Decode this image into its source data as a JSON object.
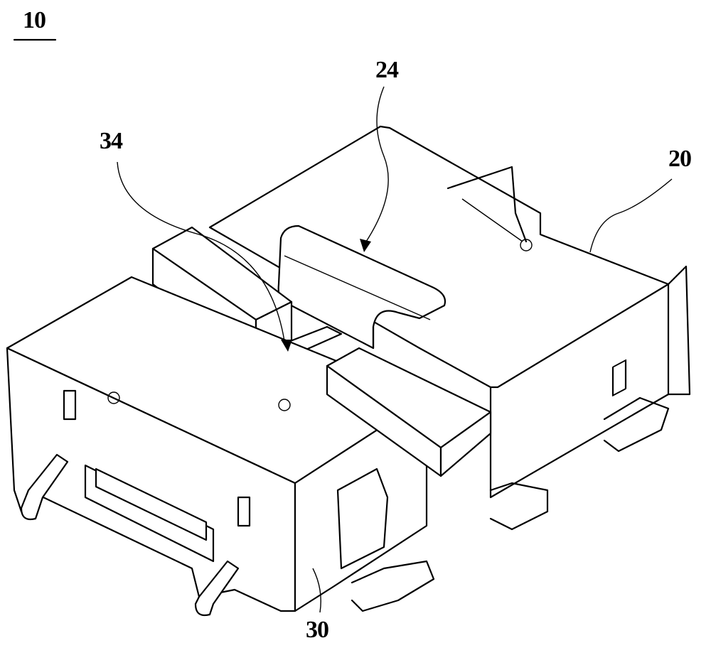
{
  "figure": {
    "label": "10",
    "reference_numerals": {
      "shell": "20",
      "latch_tab": "24",
      "housing": "30",
      "slider": "34"
    }
  }
}
